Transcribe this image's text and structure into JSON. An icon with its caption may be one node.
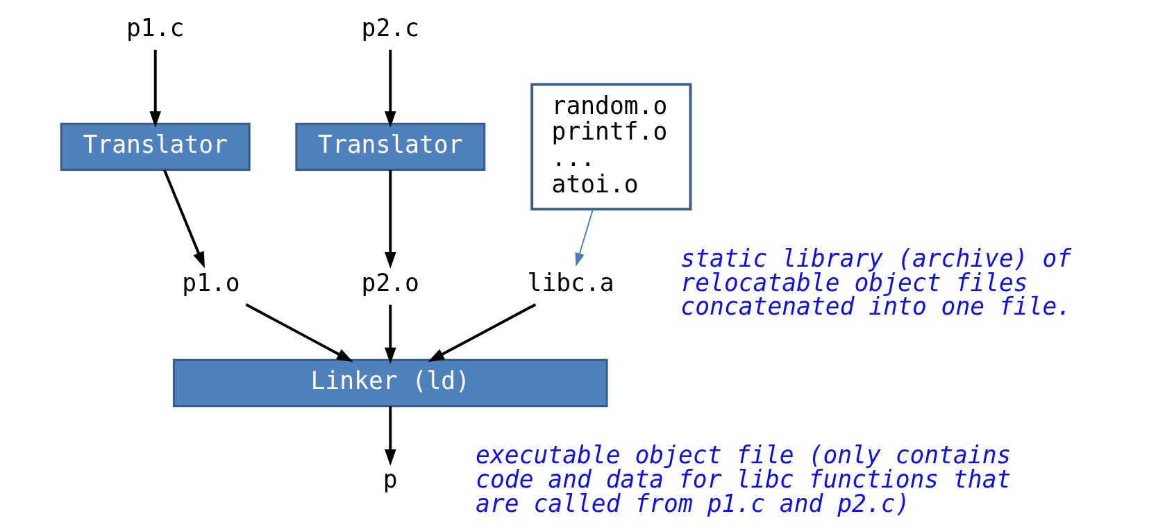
{
  "diagram": {
    "nodes": [
      {
        "text": [
          "p1.c"
        ]
      },
      {
        "text": [
          "p2.c"
        ]
      },
      {
        "text": [
          "Translator"
        ]
      },
      {
        "text": [
          "Translator"
        ]
      },
      {
        "text": [
          "random.o",
          "printf.o",
          "...",
          "atoi.o"
        ]
      },
      {
        "text": [
          "p1.o"
        ]
      },
      {
        "text": [
          "p2.o"
        ]
      },
      {
        "text": [
          "libc.a"
        ]
      },
      {
        "text": [
          "Linker (ld)"
        ]
      },
      {
        "text": [
          "p"
        ]
      }
    ],
    "labels": [
      "static library (archive) of relocatable object files concatenated into one file.",
      "executable object file (only contains code and data for libc functions that are called from p1.c and p2.c)"
    ],
    "edges": [
      {
        "from": 0,
        "to": 2,
        "arrow": "to"
      },
      {
        "from": 1,
        "to": 3,
        "arrow": "to"
      },
      {
        "from": 2,
        "to": 5,
        "arrow": "to"
      },
      {
        "from": 3,
        "to": 6,
        "arrow": "to"
      },
      {
        "from": 4,
        "to": 7,
        "arrow": "to",
        "color": "#4a7ebb"
      },
      {
        "from": 5,
        "to": 8,
        "arrow": "to"
      },
      {
        "from": 6,
        "to": 8,
        "arrow": "to"
      },
      {
        "from": 7,
        "to": 8,
        "arrow": "to"
      },
      {
        "from": 8,
        "to": 9,
        "arrow": "to"
      }
    ]
  }
}
